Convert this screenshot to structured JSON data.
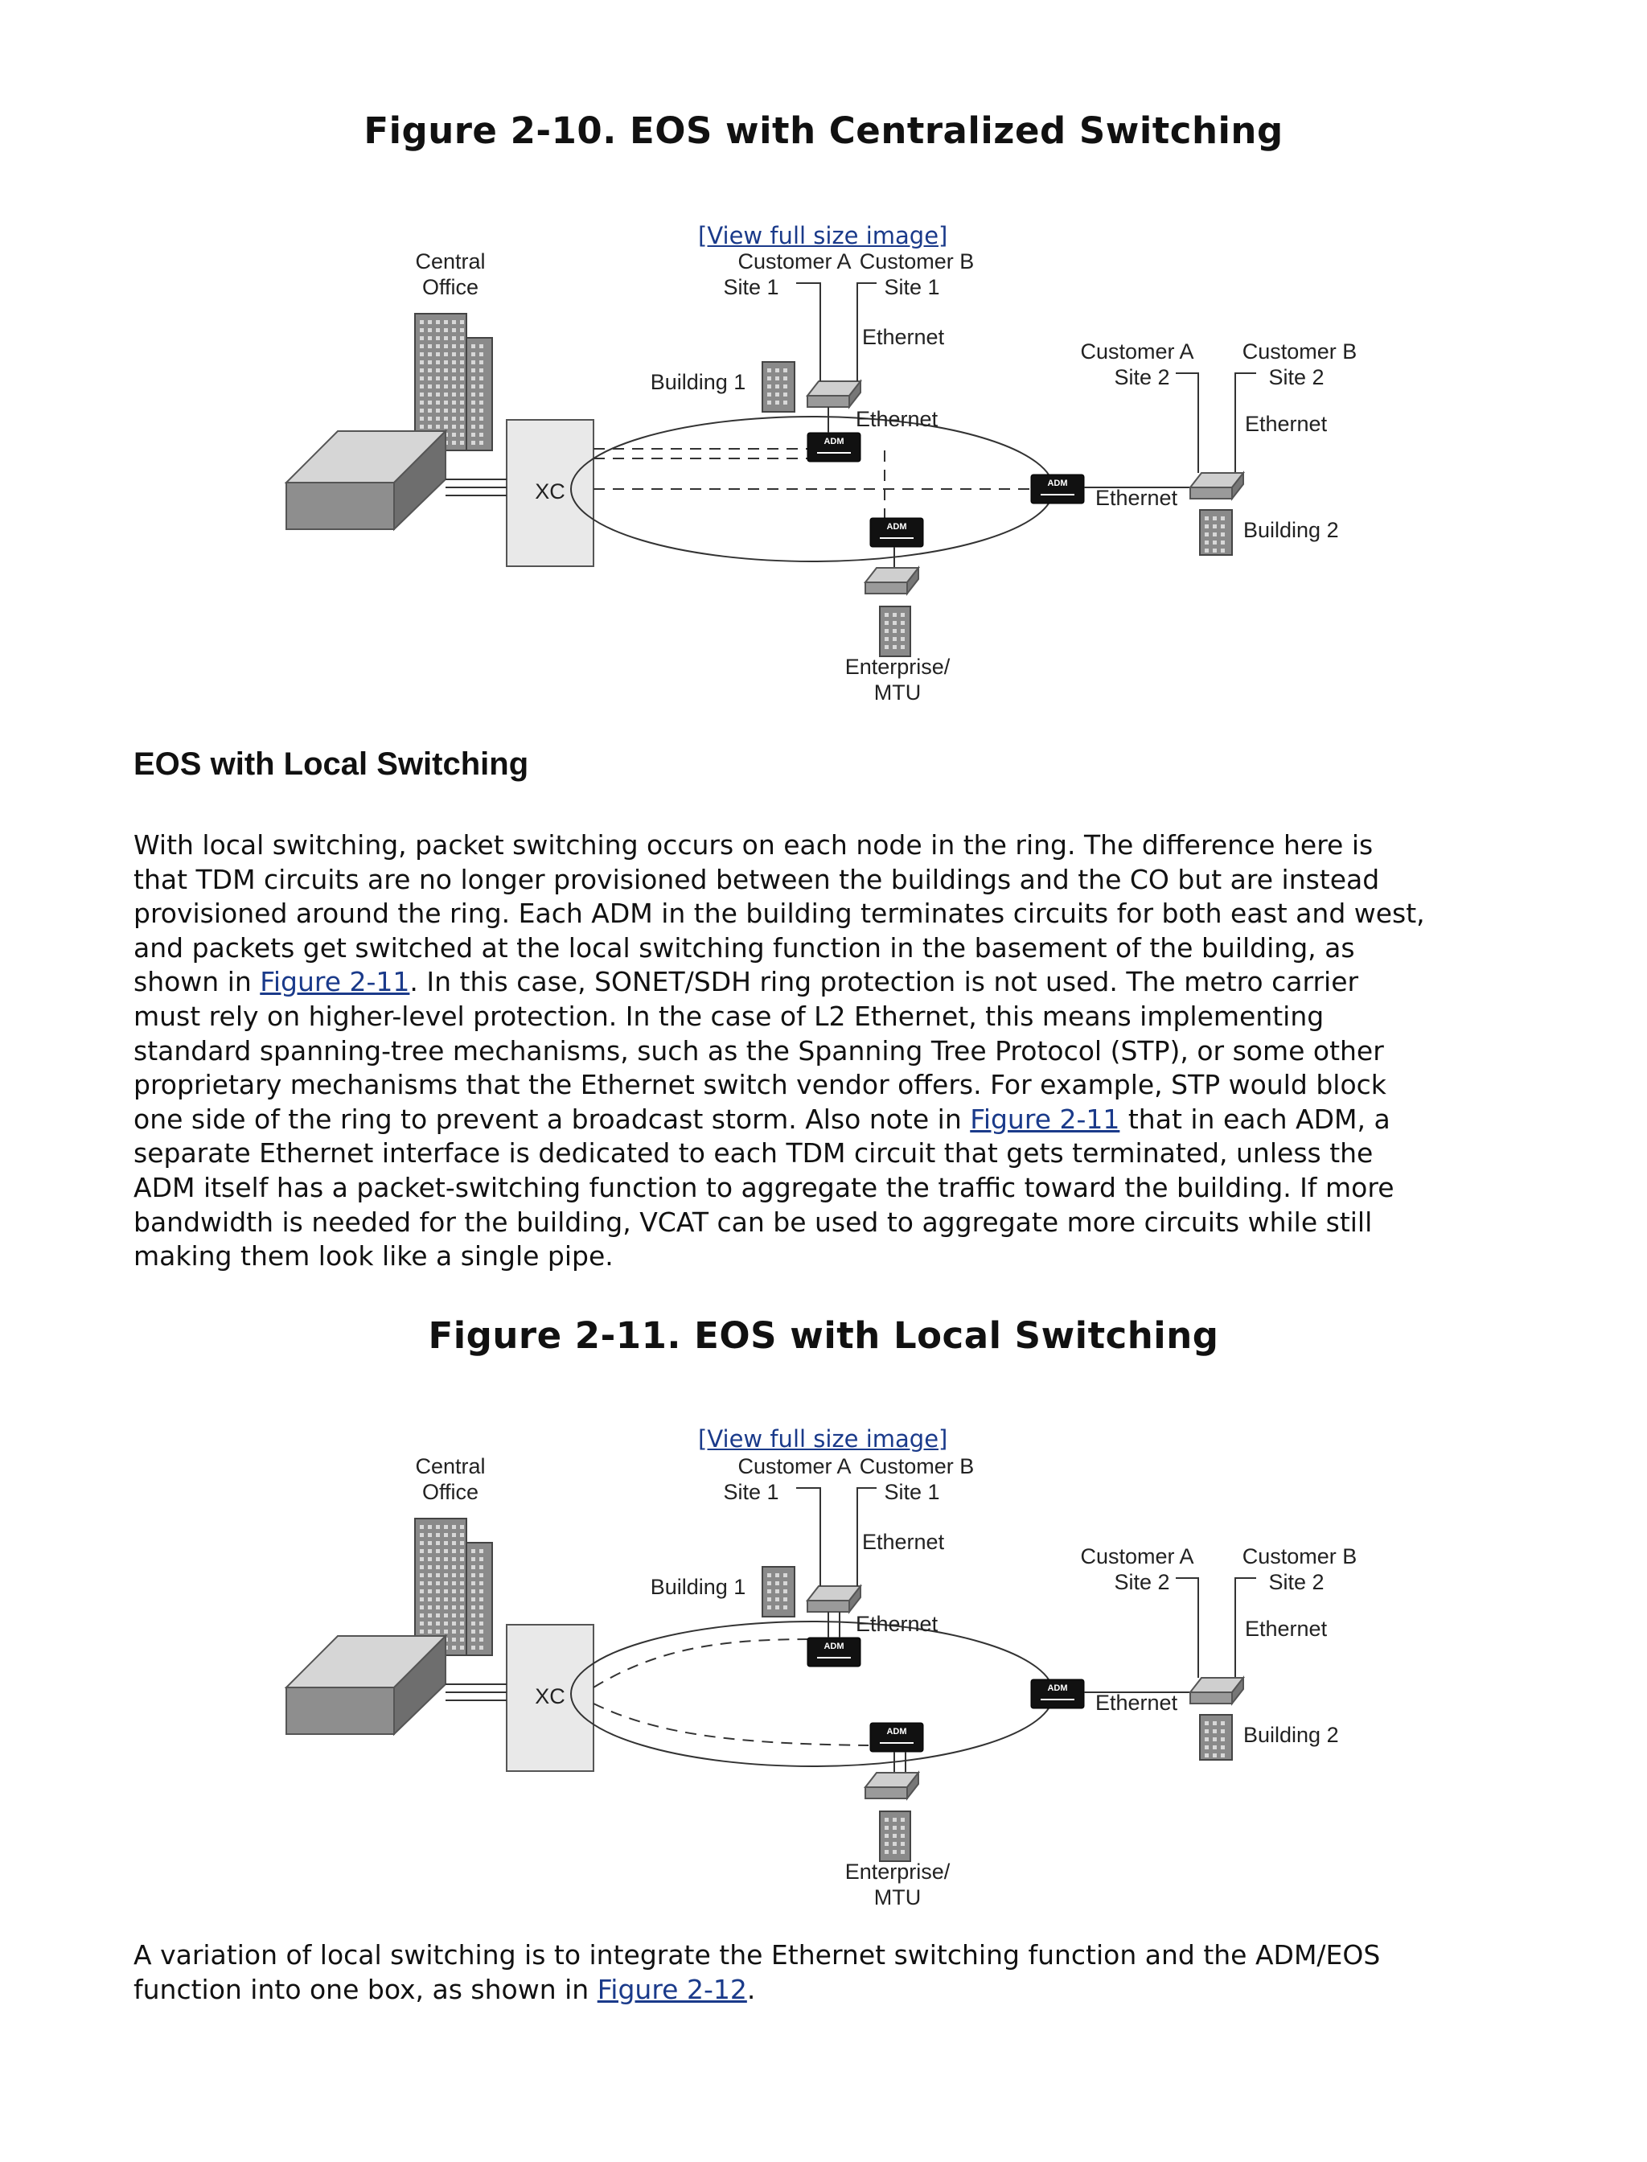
{
  "figure10": {
    "title": "Figure 2-10. EOS with Centralized Switching",
    "view_link": "[View full size image]",
    "labels": {
      "central_office": [
        "Central",
        "Office"
      ],
      "cust_a_site1": [
        "Customer A",
        "Site 1"
      ],
      "cust_b_site1": [
        "Customer B",
        "Site 1"
      ],
      "ethernet_top": "Ethernet",
      "building1": "Building 1",
      "ethernet_mid": "Ethernet",
      "cust_a_site2": [
        "Customer A",
        "Site 2"
      ],
      "cust_b_site2": [
        "Customer B",
        "Site 2"
      ],
      "ethernet_right_top": "Ethernet",
      "ethernet_right": "Ethernet",
      "building2": "Building 2",
      "xc": "XC",
      "adm": "ADM",
      "enterprise": [
        "Enterprise/",
        "MTU"
      ]
    }
  },
  "section": {
    "heading": "EOS with Local Switching",
    "paragraph_lines": [
      [
        {
          "t": "With local switching, packet switching occurs on each node in the ring. The difference here is"
        }
      ],
      [
        {
          "t": "that TDM circuits are no longer provisioned between the buildings and the CO but are instead"
        }
      ],
      [
        {
          "t": "provisioned around the ring. Each ADM in the building terminates circuits for both east and west,"
        }
      ],
      [
        {
          "t": "and packets get switched at the local switching function in the basement of the building, as"
        }
      ],
      [
        {
          "t": "shown in "
        },
        {
          "t": "Figure 2-11",
          "link": true
        },
        {
          "t": ". In this case, SONET/SDH ring protection is not used. The metro carrier"
        }
      ],
      [
        {
          "t": "must rely on higher-level protection. In the case of L2 Ethernet, this means implementing"
        }
      ],
      [
        {
          "t": "standard spanning-tree mechanisms, such as the Spanning Tree Protocol (STP), or some other"
        }
      ],
      [
        {
          "t": "proprietary mechanisms that the Ethernet switch vendor offers. For example, STP would block"
        }
      ],
      [
        {
          "t": "one side of the ring to prevent a broadcast storm. Also note in "
        },
        {
          "t": "Figure 2-11",
          "link": true
        },
        {
          "t": " that in each ADM, a"
        }
      ],
      [
        {
          "t": "separate Ethernet interface is dedicated to each TDM circuit that gets terminated, unless the"
        }
      ],
      [
        {
          "t": "ADM itself has a packet-switching function to aggregate the traffic toward the building. If more"
        }
      ],
      [
        {
          "t": "bandwidth is needed for the building, VCAT can be used to aggregate more circuits while still"
        }
      ],
      [
        {
          "t": "making them look like a single pipe."
        }
      ]
    ]
  },
  "figure11": {
    "title": "Figure 2-11. EOS with Local Switching",
    "view_link": "[View full size image]",
    "labels": {
      "central_office": [
        "Central",
        "Office"
      ],
      "cust_a_site1": [
        "Customer A",
        "Site 1"
      ],
      "cust_b_site1": [
        "Customer B",
        "Site 1"
      ],
      "ethernet_top": "Ethernet",
      "building1": "Building 1",
      "ethernet_mid": "Ethernet",
      "cust_a_site2": [
        "Customer A",
        "Site 2"
      ],
      "cust_b_site2": [
        "Customer B",
        "Site 2"
      ],
      "ethernet_right_top": "Ethernet",
      "ethernet_right": "Ethernet",
      "building2": "Building 2",
      "xc": "XC",
      "adm": "ADM",
      "enterprise": [
        "Enterprise/",
        "MTU"
      ]
    }
  },
  "closing": {
    "paragraph_lines": [
      [
        {
          "t": "A variation of local switching is to integrate the Ethernet switching function and the ADM/EOS"
        }
      ],
      [
        {
          "t": "function into one box, as shown in "
        },
        {
          "t": "Figure 2-12",
          "link": true
        },
        {
          "t": "."
        }
      ]
    ]
  }
}
